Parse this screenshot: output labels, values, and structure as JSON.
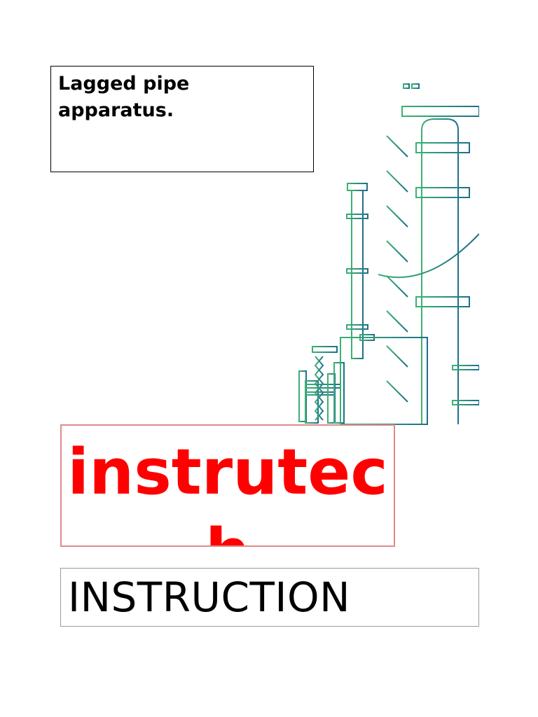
{
  "title": {
    "text": "Lagged pipe apparatus."
  },
  "brand": {
    "text": "instrutech",
    "color": "#ff0000",
    "border_color": "#e08a8a"
  },
  "instruction": {
    "text": "INSTRUCTION"
  },
  "illustration": {
    "icon": "industrial-plant-line-art",
    "colors": [
      "#1f7a8c",
      "#2ca58d",
      "#3bb273"
    ]
  }
}
